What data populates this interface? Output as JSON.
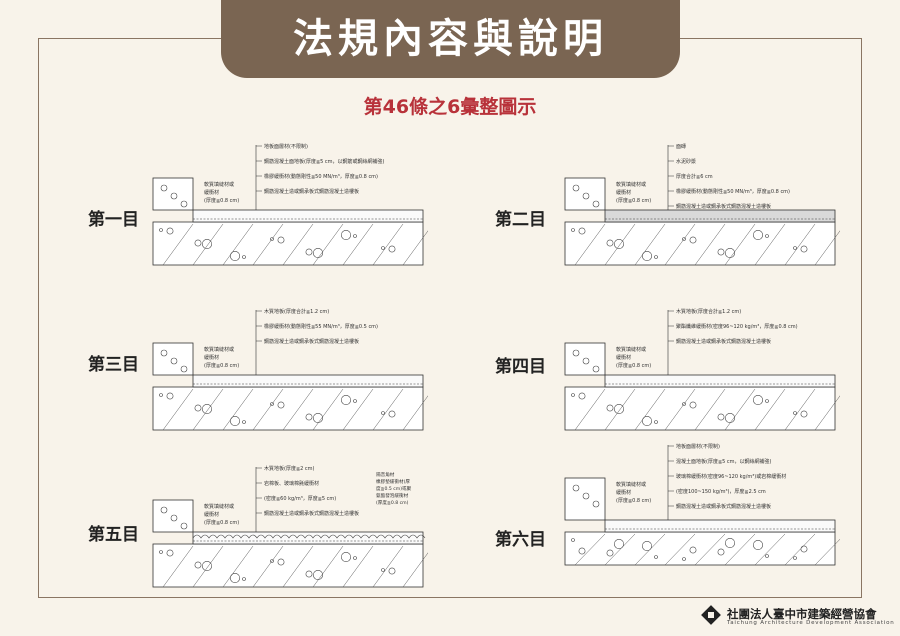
{
  "page_title": "法規內容與說明",
  "subtitle": "第46條之6彙整圖示",
  "panels": [
    {
      "label": "第一目",
      "side_note": [
        "軟質填縫材或",
        "緩衝材",
        "(厚度≧0.8 cm)"
      ],
      "notes": [
        "地板面層材(不限制)",
        "鋼筋混凝土面地板(厚度≧5 cm，以鋼筋或鋼絲網補強)",
        "橡膠緩衝材(動態剛性≦50 MN/m³，厚度≧0.8 cm)",
        "鋼筋混凝土造或鋼承板式鋼筋混凝土造樓板"
      ]
    },
    {
      "label": "第二目",
      "side_note": [
        "軟質填縫材或",
        "緩衝材",
        "(厚度≧0.8 cm)"
      ],
      "notes": [
        "面磚",
        "水泥砂漿",
        "厚度合計≧6 cm",
        "橡膠緩衝材(動態剛性≦50 MN/m³，厚度≧0.8 cm)",
        "鋼筋混凝土造或鋼承板式鋼筋混凝土造樓板"
      ]
    },
    {
      "label": "第三目",
      "side_note": [
        "軟質填縫材或",
        "緩衝材",
        "(厚度≧0.8 cm)"
      ],
      "notes": [
        "木質地板(厚度合計≧1.2 cm)",
        "橡膠緩衝材(動態剛性≦55 MN/m³，厚度≧0.5 cm)",
        "鋼筋混凝土造或鋼承板式鋼筋混凝土造樓板"
      ]
    },
    {
      "label": "第四目",
      "side_note": [
        "軟質填縫材或",
        "緩衝材",
        "(厚度≧0.8 cm)"
      ],
      "notes": [
        "木質地板(厚度合計≧1.2 cm)",
        "聚酯纖維緩衝材(密度96~120 kg/m³，厚度≧0.8 cm)",
        "鋼筋混凝土造或鋼承板式鋼筋混凝土造樓板"
      ]
    },
    {
      "label": "第五目",
      "side_note": [
        "軟質填縫材或",
        "緩衝材",
        "(厚度≧0.8 cm)"
      ],
      "notes": [
        "木質地板(厚度≧2 cm)",
        "岩棉板、玻璃棉氈緩衝材",
        "(密度≧60 kg/m³，厚度≧5 cm)",
        "鋼筋混凝土造或鋼承板式鋼筋混凝土造樓板"
      ],
      "right_notes": [
        "隔音角材",
        "橡膠墊緩衝材(厚",
        "度≧0.5 cm)或聚",
        "氨酯發泡緩衝材",
        "(厚度≧0.8 cm)"
      ]
    },
    {
      "label": "第六目",
      "side_note": [
        "軟質填縫材或",
        "緩衝材",
        "(厚度≧0.8 cm)"
      ],
      "notes": [
        "地板面層材(不限制)",
        "混凝土面地板(厚度≧5 cm，以鋼絲網補強)",
        "玻璃棉緩衝材(密度96~120 kg/m³)或岩棉緩衝材",
        "(密度100~150 kg/m³)，厚度≧2.5 cm",
        "鋼筋混凝土造或鋼承板式鋼筋混凝土造樓板"
      ]
    }
  ],
  "footer": {
    "org_name": "社團法人臺中市建築經營協會",
    "org_sub": "Taichung Architecture Development Association"
  }
}
